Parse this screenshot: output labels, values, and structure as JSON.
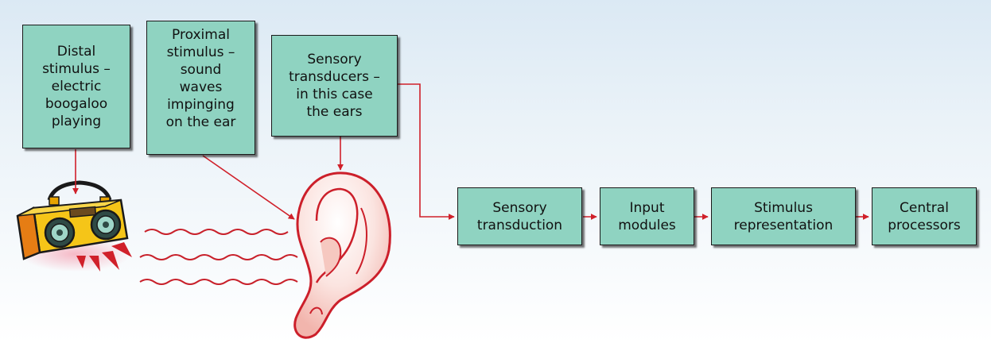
{
  "boxes": {
    "distal": "Distal\nstimulus –\nelectric\nboogaloo\nplaying",
    "proximal": "Proximal\nstimulus –\nsound\nwaves\nimpinging\non the ear",
    "transducers": "Sensory\ntransducers –\nin this case\nthe ears"
  },
  "pipeline": [
    "Sensory\ntransduction",
    "Input\nmodules",
    "Stimulus\nrepresentation",
    "Central\nprocessors"
  ],
  "colors": {
    "box_fill": "#8fd3c1",
    "arrow": "#d0202a",
    "ear_outline": "#cc1f2a"
  },
  "icons": [
    "boombox-icon",
    "ear-icon",
    "sound-wave-icon"
  ]
}
